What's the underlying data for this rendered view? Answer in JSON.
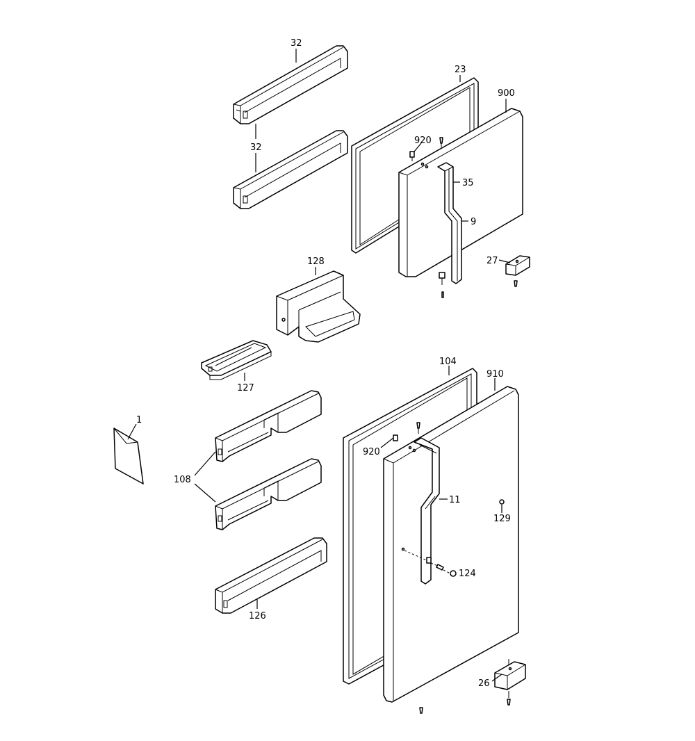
{
  "diagram": {
    "callouts": {
      "c1": "1",
      "c9": "9",
      "c11": "11",
      "c23": "23",
      "c26": "26",
      "c27": "27",
      "c32a": "32",
      "c32b": "32",
      "c35": "35",
      "c104": "104",
      "c108": "108",
      "c124": "124",
      "c126": "126",
      "c127": "127",
      "c128": "128",
      "c129": "129",
      "c900": "900",
      "c910": "910",
      "c920a": "920",
      "c920b": "920"
    }
  }
}
